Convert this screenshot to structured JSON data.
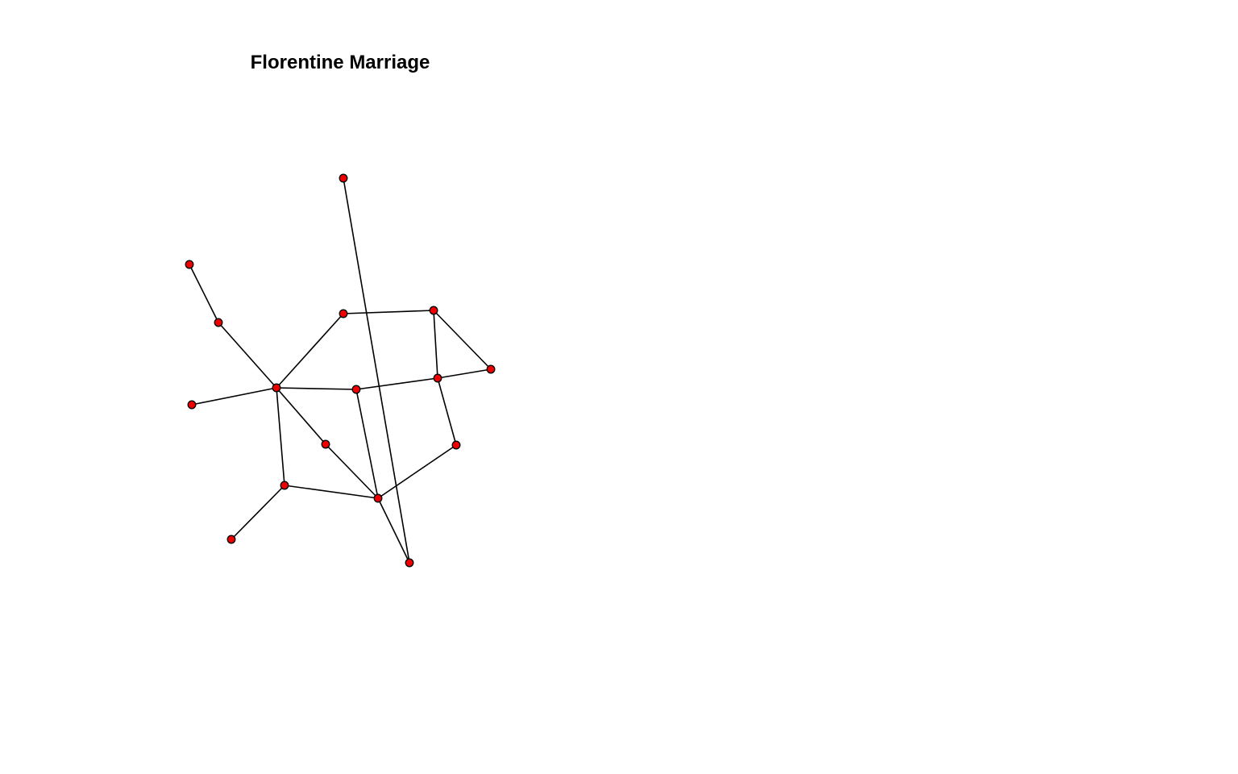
{
  "title": "Florentine Marriage",
  "colors": {
    "node_fill": "#ee0000",
    "node_stroke": "#000000",
    "edge": "#000000",
    "background": "#ffffff"
  },
  "graph": {
    "node_count": 16,
    "edges": [
      [
        1,
        2
      ],
      [
        2,
        3
      ],
      [
        3,
        4
      ],
      [
        3,
        5
      ],
      [
        3,
        7
      ],
      [
        3,
        6
      ],
      [
        3,
        10
      ],
      [
        5,
        8
      ],
      [
        8,
        9
      ],
      [
        8,
        13
      ],
      [
        9,
        13
      ],
      [
        7,
        13
      ],
      [
        7,
        11
      ],
      [
        6,
        11
      ],
      [
        10,
        12
      ],
      [
        10,
        11
      ],
      [
        11,
        14
      ],
      [
        11,
        15
      ],
      [
        13,
        15
      ],
      [
        14,
        16
      ]
    ]
  }
}
